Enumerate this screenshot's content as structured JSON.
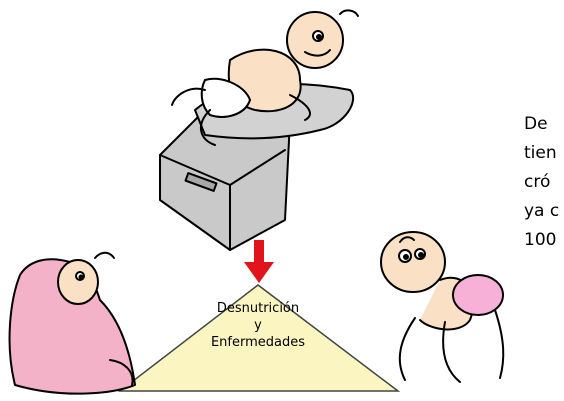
{
  "triangle_label": {
    "line1": "Desnutrición",
    "line2": "y",
    "line3": "Enfermedades"
  },
  "side_text": {
    "line1": "De",
    "line2": "tien",
    "line3": "cró",
    "line4": "ya c",
    "line5": "100"
  },
  "colors": {
    "triangle_fill": "#fbf5c2",
    "arrow": "#e1141c",
    "skin": "#fae0c4",
    "blanket": "#f3b2c8",
    "diaper_pink": "#f7b1d6",
    "scale": "#c9c9c9"
  },
  "icons": [
    "baby-on-scale",
    "hooded-child",
    "crawling-baby",
    "down-arrow-icon",
    "tricycle-wheels"
  ]
}
